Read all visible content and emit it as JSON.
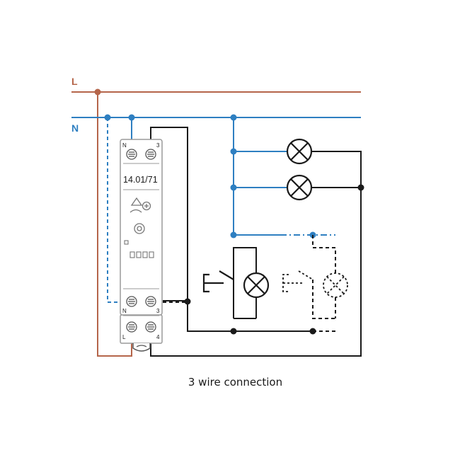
{
  "labels": {
    "line": "L",
    "neutral": "N",
    "relay_model": "14.01/71",
    "terminal_n_top": "N",
    "terminal_3_top": "3",
    "terminal_n_bottom": "N",
    "terminal_3_bottom": "3",
    "terminal_l": "L",
    "terminal_4": "4"
  },
  "caption": "3 wire connection",
  "colors": {
    "line_wire": "#b5654a",
    "neutral_wire": "#2e7fc1",
    "black_wire": "#1a1a1a",
    "device_border": "#9a9a9a"
  }
}
